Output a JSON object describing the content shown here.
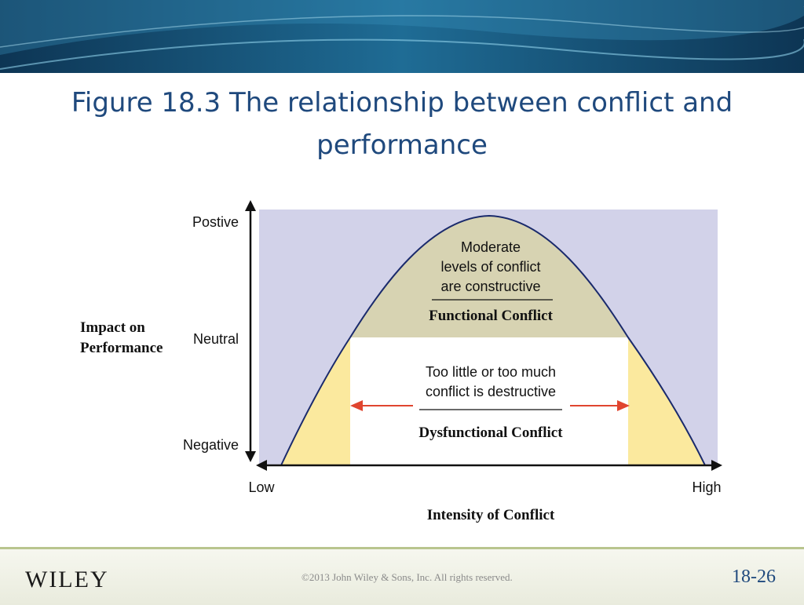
{
  "slide": {
    "title": "Figure 18.3 The relationship between conflict and performance",
    "footer": {
      "brand": "WILEY",
      "copyright": "©2013 John Wiley & Sons, Inc. All rights reserved.",
      "slide_number": "18-26"
    }
  },
  "diagram": {
    "y_axis": {
      "title_line1": "Impact on",
      "title_line2": "Performance",
      "ticks": [
        "Postive",
        "Neutral",
        "Negative"
      ]
    },
    "x_axis": {
      "title": "Intensity of Conflict",
      "ticks": [
        "Low",
        "High"
      ]
    },
    "functional": {
      "line1": "Moderate",
      "line2": "levels of conflict",
      "line3": "are constructive",
      "label": "Functional Conflict"
    },
    "dysfunctional": {
      "line1": "Too little or too much",
      "line2": "conflict is destructive",
      "label": "Dysfunctional Conflict"
    },
    "colors": {
      "background": "#d2d2e9",
      "functional_fill": "#d7d3b2",
      "dysfunctional_fill": "#fbe99e",
      "arrow": "#e0452f",
      "axis": "#111111",
      "title": "#1f497d"
    }
  }
}
